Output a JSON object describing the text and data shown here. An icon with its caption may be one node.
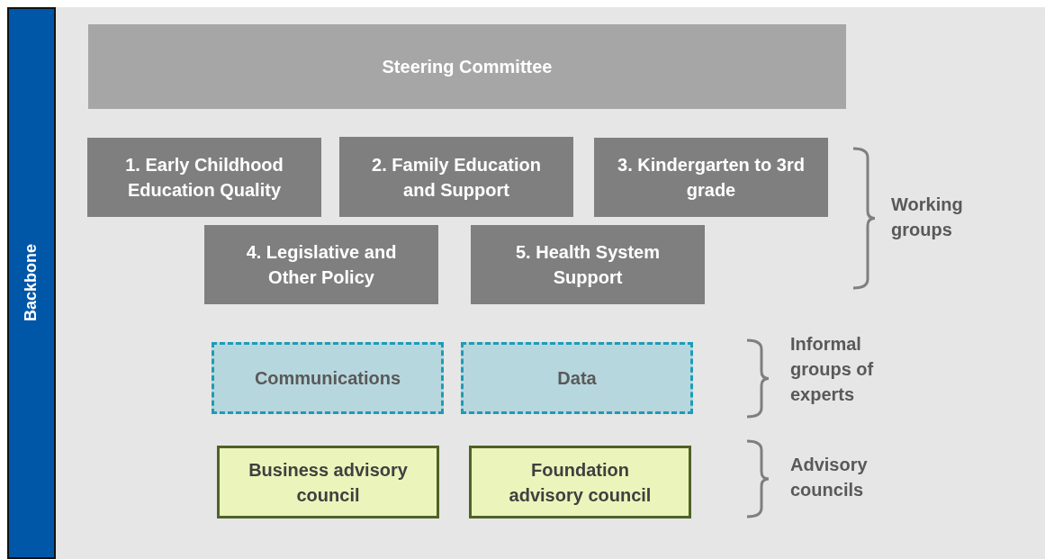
{
  "diagram": {
    "nodes": [
      {
        "text": [
          "Backbone"
        ]
      },
      {
        "text": [
          "Steering Committee"
        ]
      },
      {
        "text": [
          "1. Early Childhood Education Quality"
        ]
      },
      {
        "text": [
          "2. Family Education and Support"
        ]
      },
      {
        "text": [
          "3. Kindergarten to 3rd grade"
        ]
      },
      {
        "text": [
          "4. Legislative and Other Policy"
        ]
      },
      {
        "text": [
          "5. Health System Support"
        ]
      },
      {
        "text": [
          "Communications"
        ]
      },
      {
        "text": [
          "Data"
        ]
      },
      {
        "text": [
          "Business advisory council"
        ]
      },
      {
        "text": [
          "Foundation advisory council"
        ]
      }
    ],
    "edges": [],
    "labels": [
      "Working groups",
      "Informal groups of experts",
      "Advisory councils"
    ]
  }
}
